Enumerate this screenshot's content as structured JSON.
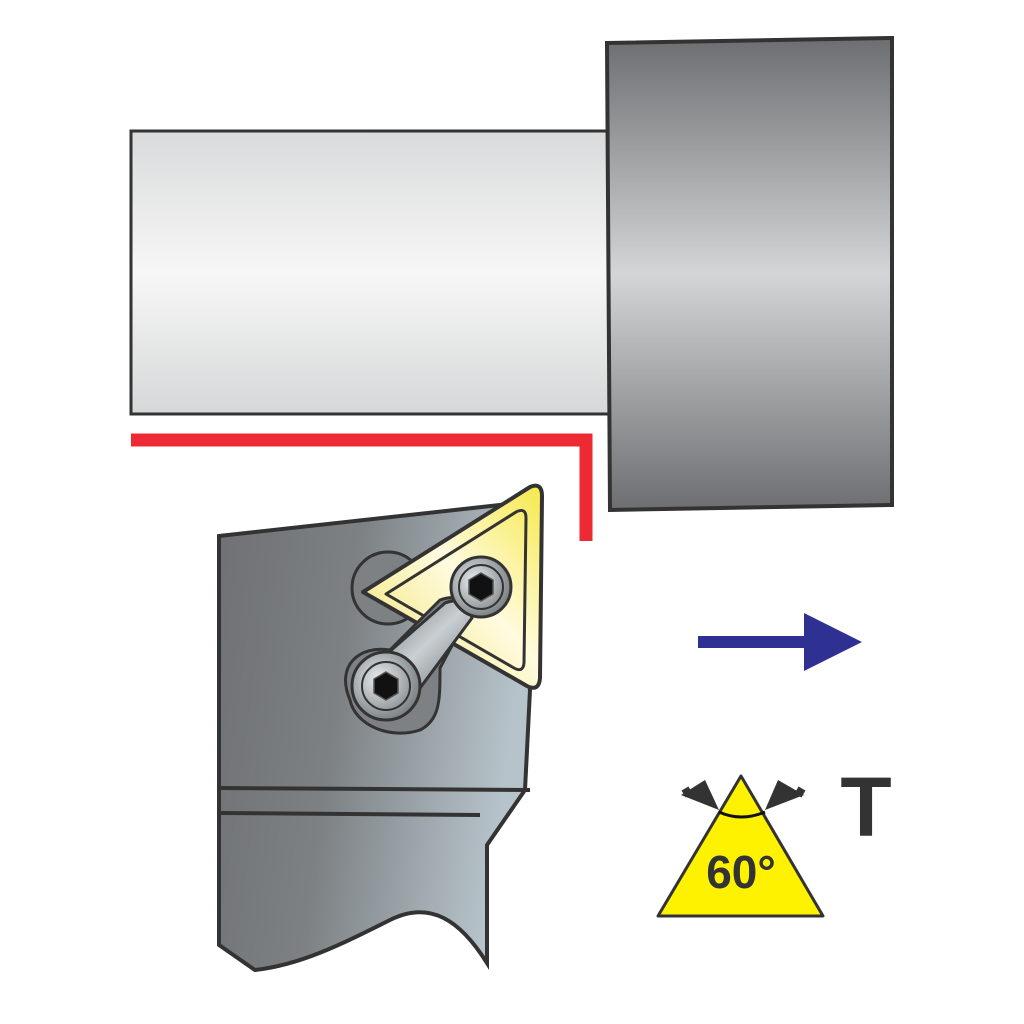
{
  "diagram": {
    "title": "Turning tool holder with triangular insert",
    "insert_shape_code": "T",
    "insert_angle_label": "60°",
    "feed_direction": "right",
    "colors": {
      "workpiece_light": "#e6e7e8",
      "chuck_dark": "#6d6e71",
      "chuck_mid": "#d1d3d4",
      "holder_dark": "#6d6e71",
      "holder_light": "#b8c4cc",
      "insert_yellow": "#fff200",
      "toolpath_red": "#ed2a33",
      "feed_arrow_blue": "#2e3192",
      "outline": "#333333"
    },
    "elements": [
      {
        "name": "workpiece",
        "description": "cylindrical workpiece (light grey)"
      },
      {
        "name": "chuck",
        "description": "chuck/shoulder (dark grey)"
      },
      {
        "name": "toolpath",
        "description": "red L-shaped machining path"
      },
      {
        "name": "tool-holder",
        "description": "grey tool holder body"
      },
      {
        "name": "insert",
        "description": "yellow triangular insert with clamp and screws"
      },
      {
        "name": "feed-arrow",
        "description": "blue arrow indicating feed direction"
      },
      {
        "name": "insert-angle-symbol",
        "description": "yellow triangle with 60° angle"
      },
      {
        "name": "shape-code",
        "description": "insert shape code letter"
      }
    ]
  }
}
